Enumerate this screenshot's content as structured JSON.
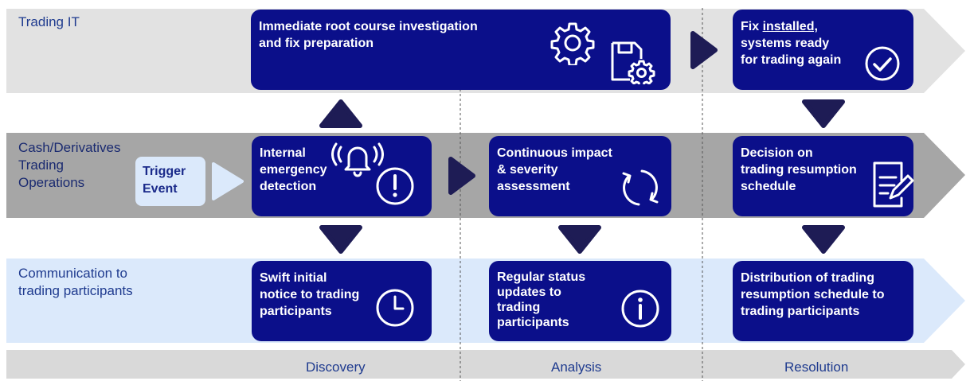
{
  "lanes": {
    "trading_it": "Trading IT",
    "operations": "Cash/Derivatives\nTrading\nOperations",
    "communication": "Communication to\ntrading participants"
  },
  "trigger": "Trigger\nEvent",
  "boxes": {
    "root_cause": "Immediate root course investigation\nand fix preparation",
    "fix_prefix": "Fix ",
    "fix_underlined": "installed,",
    "fix_rest": "\nsystems ready\nfor trading again",
    "internal_detection": "Internal\nemergency\ndetection",
    "impact_assessment": "Continuous impact\n& severity\nassessment",
    "resumption_decision": "Decision on\ntrading resumption\nschedule",
    "initial_notice": "Swift initial\nnotice to trading\nparticipants",
    "status_updates": "Regular status\nupdates to\ntrading\nparticipants",
    "schedule_distribution": "Distribution of trading\nresumption schedule to\ntrading participants"
  },
  "phases": {
    "discovery": "Discovery",
    "analysis": "Analysis",
    "resolution": "Resolution"
  },
  "colors": {
    "box": "#0b0f8a",
    "arrow_connector": "#1e1c55",
    "lane_it": "#e2e2e2",
    "lane_ops": "#a6a6a6",
    "lane_comm": "#dbe9fb",
    "timeline": "#d9d9d9"
  }
}
